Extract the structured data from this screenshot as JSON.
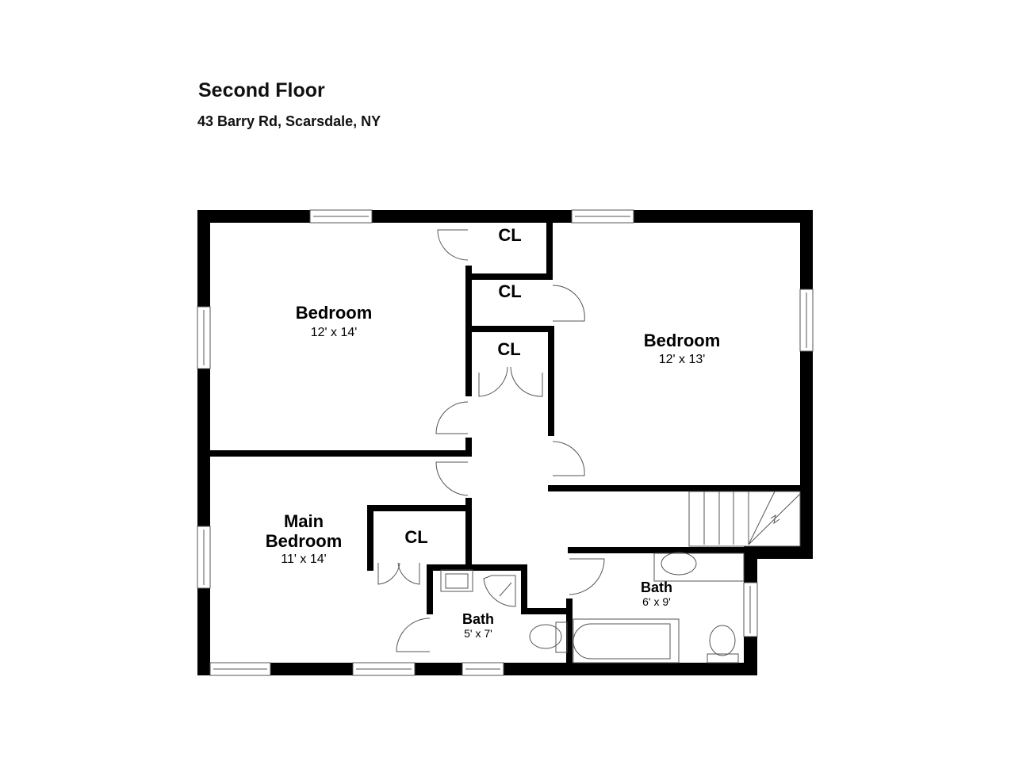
{
  "header": {
    "title": "Second Floor",
    "address": "43 Barry Rd, Scarsdale, NY"
  },
  "rooms": {
    "bedroom_left": {
      "name": "Bedroom",
      "dims": "12' x 14'"
    },
    "bedroom_right": {
      "name": "Bedroom",
      "dims": "12' x 13'"
    },
    "main_bedroom": {
      "name_line1": "Main",
      "name_line2": "Bedroom",
      "dims": "11' x 14'"
    },
    "bath_small": {
      "name": "Bath",
      "dims": "5' x 7'"
    },
    "bath_large": {
      "name": "Bath",
      "dims": "6' x 9'"
    },
    "closets": [
      "CL",
      "CL",
      "CL",
      "CL"
    ]
  }
}
